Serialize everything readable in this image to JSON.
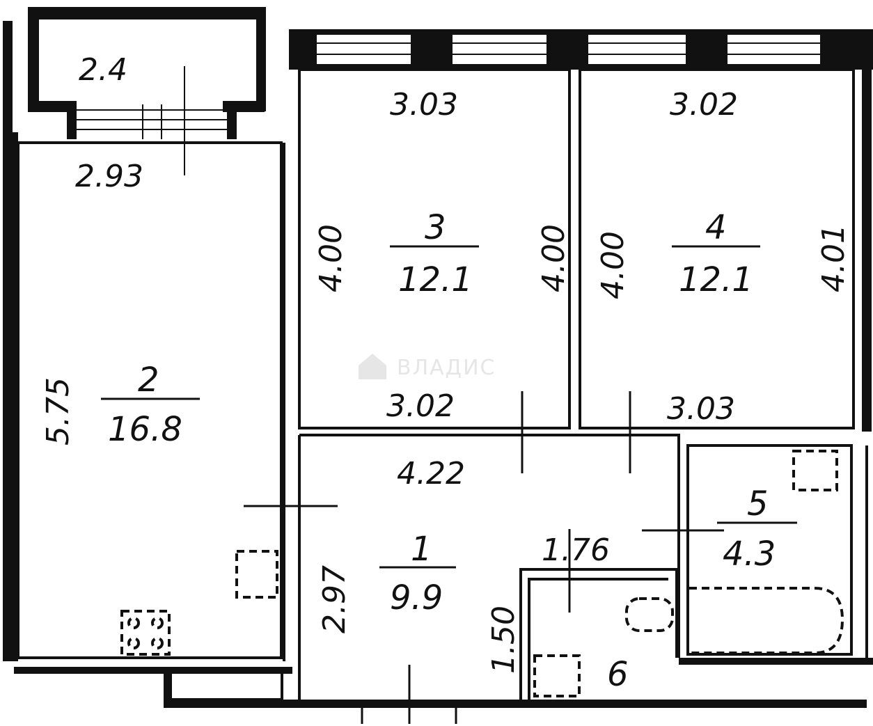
{
  "rooms": [
    {
      "number": "1",
      "area": "9.9"
    },
    {
      "number": "2",
      "area": "16.8"
    },
    {
      "number": "3",
      "area": "12.1"
    },
    {
      "number": "4",
      "area": "12.1"
    },
    {
      "number": "5",
      "area": "4.3"
    },
    {
      "number": "6"
    }
  ],
  "balcony": {
    "area": "2.4"
  },
  "dimensions": {
    "balcony_width": "2.93",
    "room3_top": "3.03",
    "room3_bottom": "3.02",
    "room3_left": "4.00",
    "room3_right": "4.00",
    "room4_top": "3.02",
    "room4_bottom": "3.03",
    "room4_left": "4.00",
    "room4_right": "4.01",
    "room2_height": "5.75",
    "hall_width": "4.22",
    "hall_height": "2.97",
    "bath_width": "1.76",
    "wc_height": "1.50"
  },
  "watermark": "ВЛАДИС"
}
